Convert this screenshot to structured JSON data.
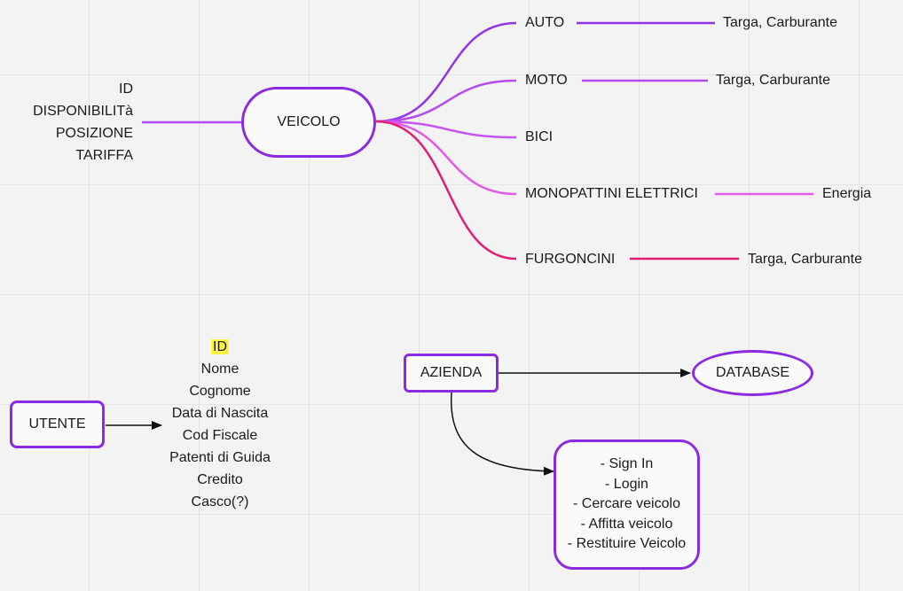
{
  "mindmap": {
    "center": "VEICOLO",
    "left_attributes": [
      "ID",
      "DISPONIBILITà",
      "POSIZIONE",
      "TARIFFA"
    ],
    "branches": [
      {
        "label": "AUTO",
        "detail": "Targa, Carburante",
        "color": "#9333ea"
      },
      {
        "label": "MOTO",
        "detail": "Targa, Carburante",
        "color": "#b44bf0"
      },
      {
        "label": "BICI",
        "detail": "",
        "color": "#c455f0"
      },
      {
        "label": "MONOPATTINI ELETTRICI",
        "detail": "Energia",
        "color": "#e35ae8"
      },
      {
        "label": "FURGONCINI",
        "detail": "Targa, Carburante",
        "color": "#e11d74"
      }
    ],
    "left_line_color": "#b44bf0"
  },
  "utente": {
    "box": "UTENTE",
    "attributes": [
      "ID",
      "Nome",
      "Cognome",
      "Data di Nascita",
      "Cod Fiscale",
      "Patenti di Guida",
      "Credito",
      "Casco(?)"
    ]
  },
  "azienda": {
    "box": "AZIENDA",
    "database": "DATABASE",
    "actions": [
      "- Sign In",
      "- Login",
      "- Cercare veicolo",
      "- Affitta veicolo",
      "- Restituire Veicolo"
    ]
  },
  "colors": {
    "node_border": "#8a2be2",
    "highlight": "#fff345",
    "arrow": "#111111"
  }
}
